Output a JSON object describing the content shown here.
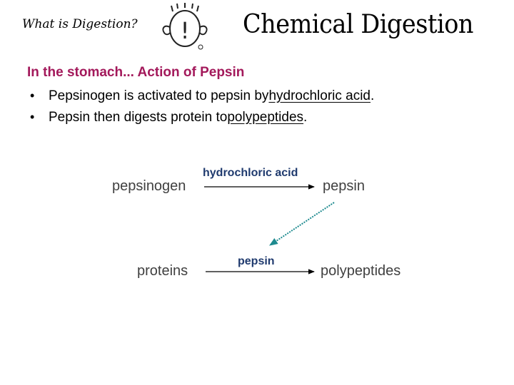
{
  "header": {
    "section_title": "What is Digestion?",
    "logo_glyph": "!",
    "slide_title": "Chemical Digestion"
  },
  "content": {
    "subheading": "In the stomach... Action of Pepsin",
    "bullets": [
      {
        "before": "Pepsinogen is activated to pepsin by ",
        "underlined": "hydrochloric acid",
        "after": "."
      },
      {
        "before": "Pepsin then digests protein to ",
        "underlined": "polypeptides",
        "after": "."
      }
    ]
  },
  "scheme": {
    "reaction1": {
      "reactant": "pepsinogen",
      "condition": "hydrochloric acid",
      "product": "pepsin"
    },
    "reaction2": {
      "reactant": "proteins",
      "condition": "pepsin",
      "product": "polypeptides"
    }
  },
  "colors": {
    "subheading": "#a3195b",
    "condition_text": "#1f3a6e",
    "scheme_text": "#404040",
    "link_arrow": "#1d8a8f"
  }
}
